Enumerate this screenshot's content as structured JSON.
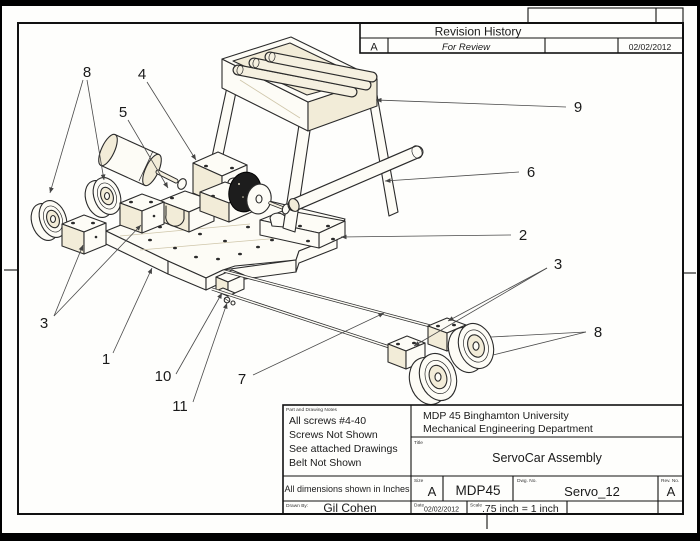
{
  "revision_history": {
    "title": "Revision History",
    "entries": [
      {
        "revision": "A",
        "description": "For Review",
        "approved": "",
        "date": "02/02/2012"
      }
    ]
  },
  "callouts": {
    "labels": [
      "8",
      "4",
      "5",
      "9",
      "6",
      "2",
      "3",
      "8",
      "3",
      "1",
      "10",
      "7",
      "11"
    ]
  },
  "title_block": {
    "notes_header": "Part and Drawing Notes",
    "notes": [
      "All screws #4-40",
      "Screws Not Shown",
      "See attached Drawings",
      "Belt Not Shown"
    ],
    "dimensions_note": "All dimensions shown in Inches",
    "drawn_by_label": "Drawn By:",
    "drawn_by": "Gil Cohen",
    "organization_line1": "MDP 45 Binghamton University",
    "organization_line2": "Mechanical Engineering Department",
    "title_label": "Title",
    "title": "ServoCar Assembly",
    "size_label": "Size",
    "size": "A",
    "part_code": "MDP45",
    "dwg_no_label": "Dwg. No.",
    "dwg_no": "Servo_12",
    "rev_label": "Rev. No.",
    "rev": "A",
    "date_label": "Date",
    "date": "02/02/2012",
    "scale_label": "Scale",
    "scale": ".75 inch = 1 inch"
  }
}
